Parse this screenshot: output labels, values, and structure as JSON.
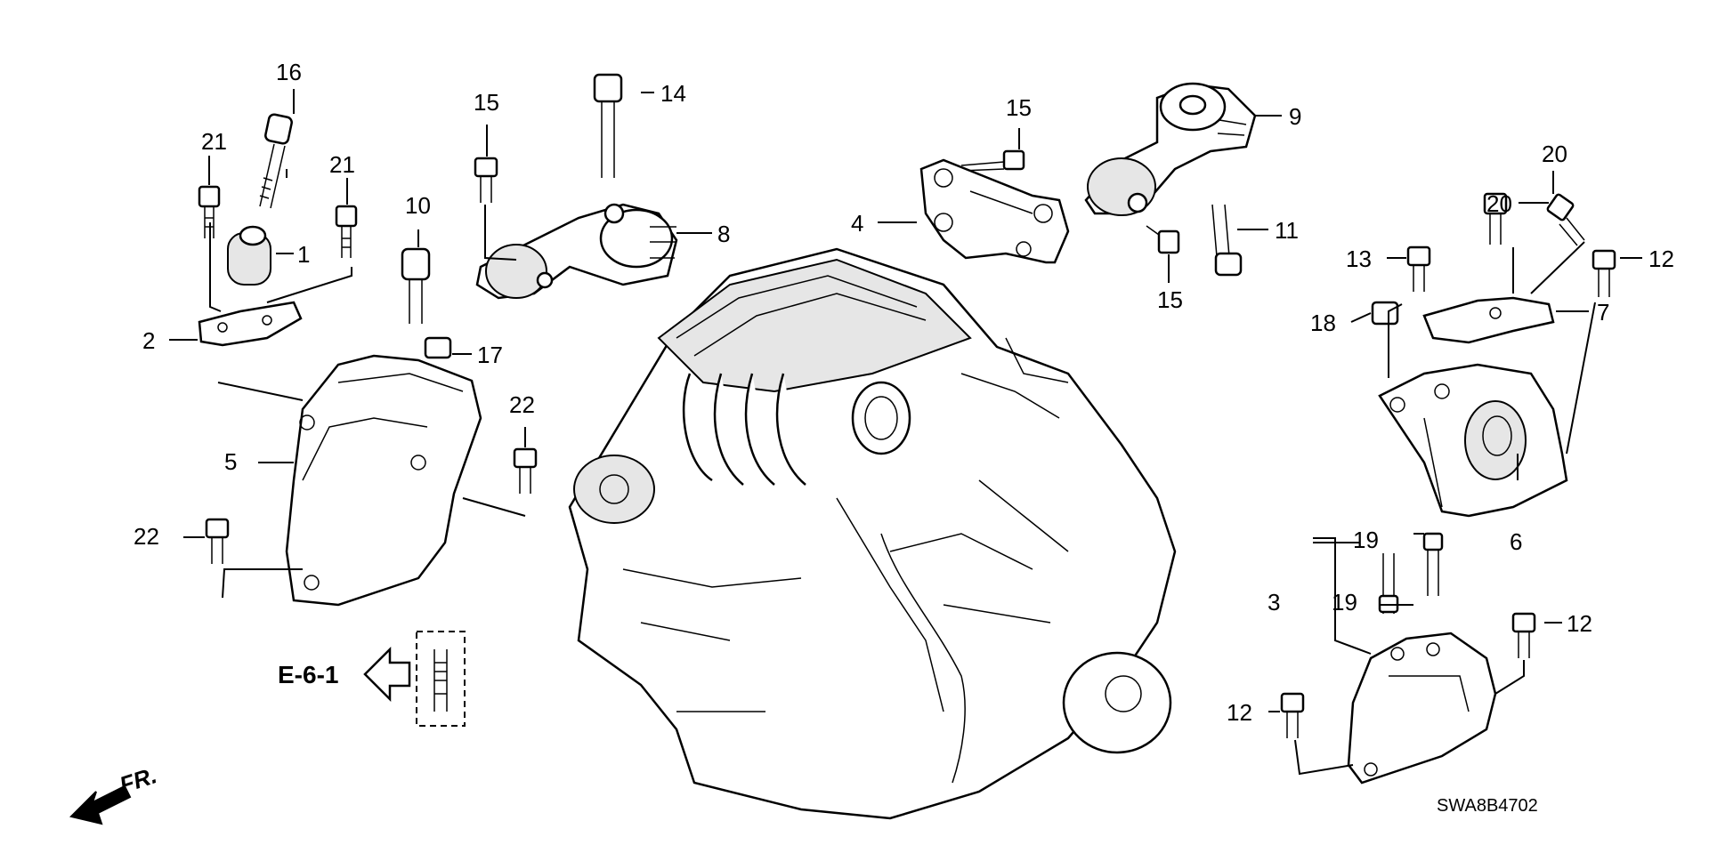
{
  "diagram": {
    "callouts": [
      {
        "text": "16"
      },
      {
        "text": "21"
      },
      {
        "text": "21"
      },
      {
        "text": "1"
      },
      {
        "text": "2"
      },
      {
        "text": "10"
      },
      {
        "text": "17"
      },
      {
        "text": "22"
      },
      {
        "text": "5"
      },
      {
        "text": "22"
      },
      {
        "text": "15"
      },
      {
        "text": "14"
      },
      {
        "text": "8"
      },
      {
        "text": "15"
      },
      {
        "text": "4"
      },
      {
        "text": "15"
      },
      {
        "text": "9"
      },
      {
        "text": "11"
      },
      {
        "text": "20"
      },
      {
        "text": "20"
      },
      {
        "text": "13"
      },
      {
        "text": "18"
      },
      {
        "text": "7"
      },
      {
        "text": "12"
      },
      {
        "text": "6"
      },
      {
        "text": "19"
      },
      {
        "text": "3"
      },
      {
        "text": "19"
      },
      {
        "text": "12"
      },
      {
        "text": "12"
      }
    ],
    "section_ref": "E-6-1",
    "front_label": "FR.",
    "drawing_code": "SWA8B4702"
  }
}
